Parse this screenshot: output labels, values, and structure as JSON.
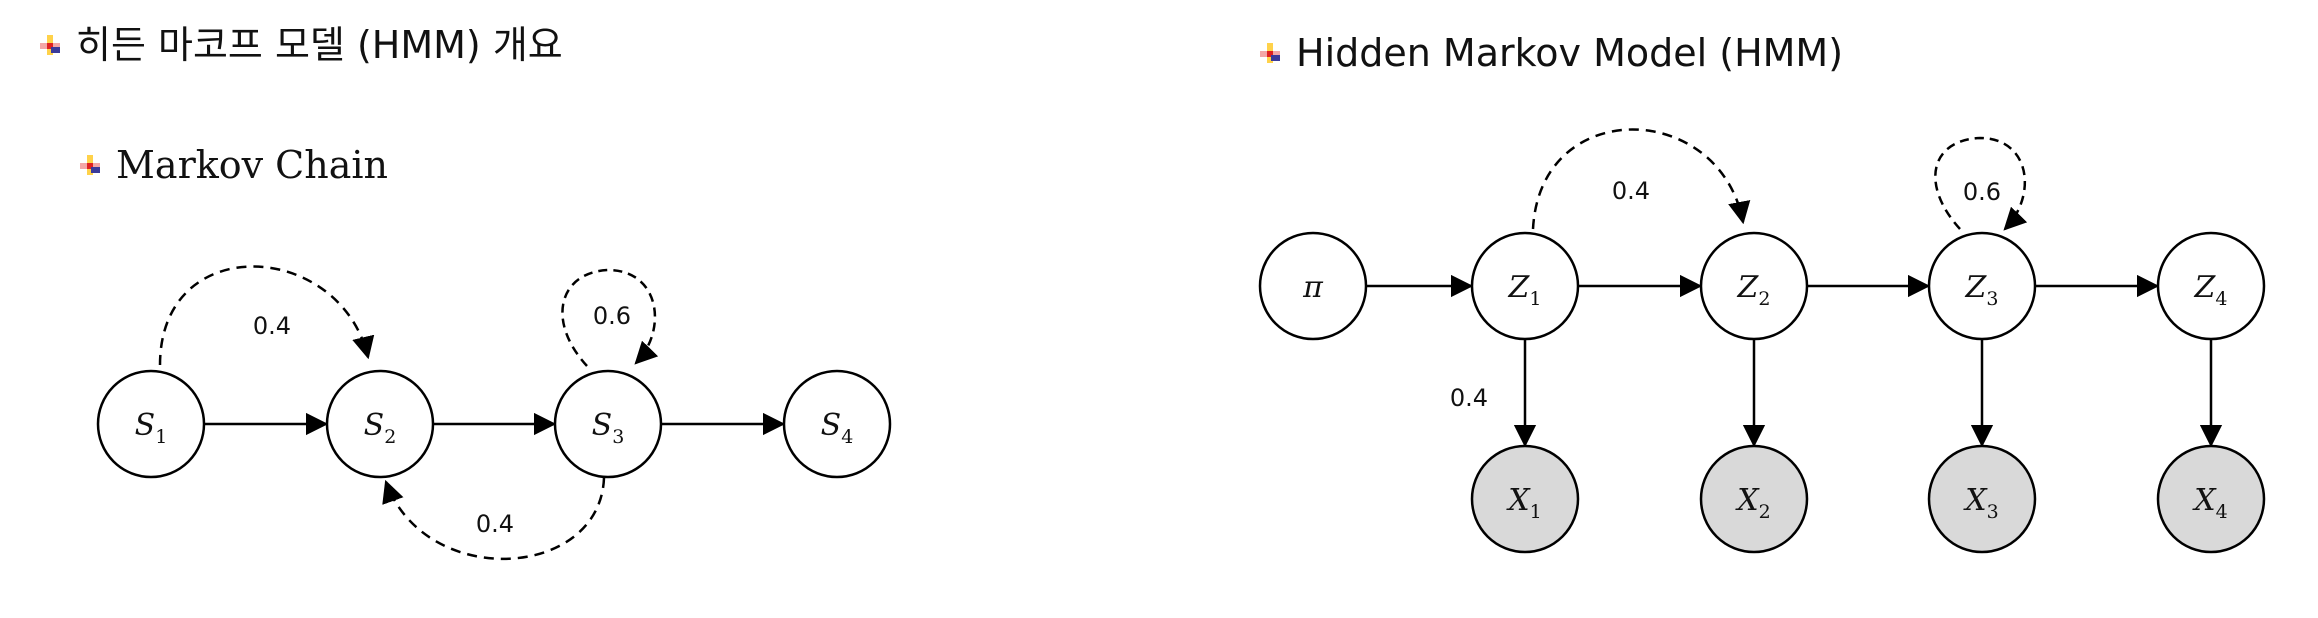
{
  "headings": {
    "left_title": "히든 마코프 모델 (HMM) 개요",
    "left_subtitle": "Markov Chain",
    "right_title": "Hidden Markov Model (HMM)"
  },
  "bullet_icon": "colored-plus-bullet-icon",
  "markov_chain": {
    "nodes": [
      {
        "var": "S",
        "sub": "1"
      },
      {
        "var": "S",
        "sub": "2"
      },
      {
        "var": "S",
        "sub": "3"
      },
      {
        "var": "S",
        "sub": "4"
      }
    ],
    "arcs": [
      {
        "label": "0.4"
      },
      {
        "label": "0.6"
      },
      {
        "label": "0.4"
      }
    ]
  },
  "hmm": {
    "initial": {
      "var": "π"
    },
    "hidden": [
      {
        "var": "Z",
        "sub": "1"
      },
      {
        "var": "Z",
        "sub": "2"
      },
      {
        "var": "Z",
        "sub": "3"
      },
      {
        "var": "Z",
        "sub": "4"
      }
    ],
    "observed": [
      {
        "var": "X",
        "sub": "1"
      },
      {
        "var": "X",
        "sub": "2"
      },
      {
        "var": "X",
        "sub": "3"
      },
      {
        "var": "X",
        "sub": "4"
      }
    ],
    "arcs": [
      {
        "label": "0.4"
      },
      {
        "label": "0.6"
      },
      {
        "label": "0.4"
      }
    ]
  },
  "colors": {
    "node_fill": "#ffffff",
    "observed_fill": "#d9d9d9",
    "stroke": "#000000"
  }
}
